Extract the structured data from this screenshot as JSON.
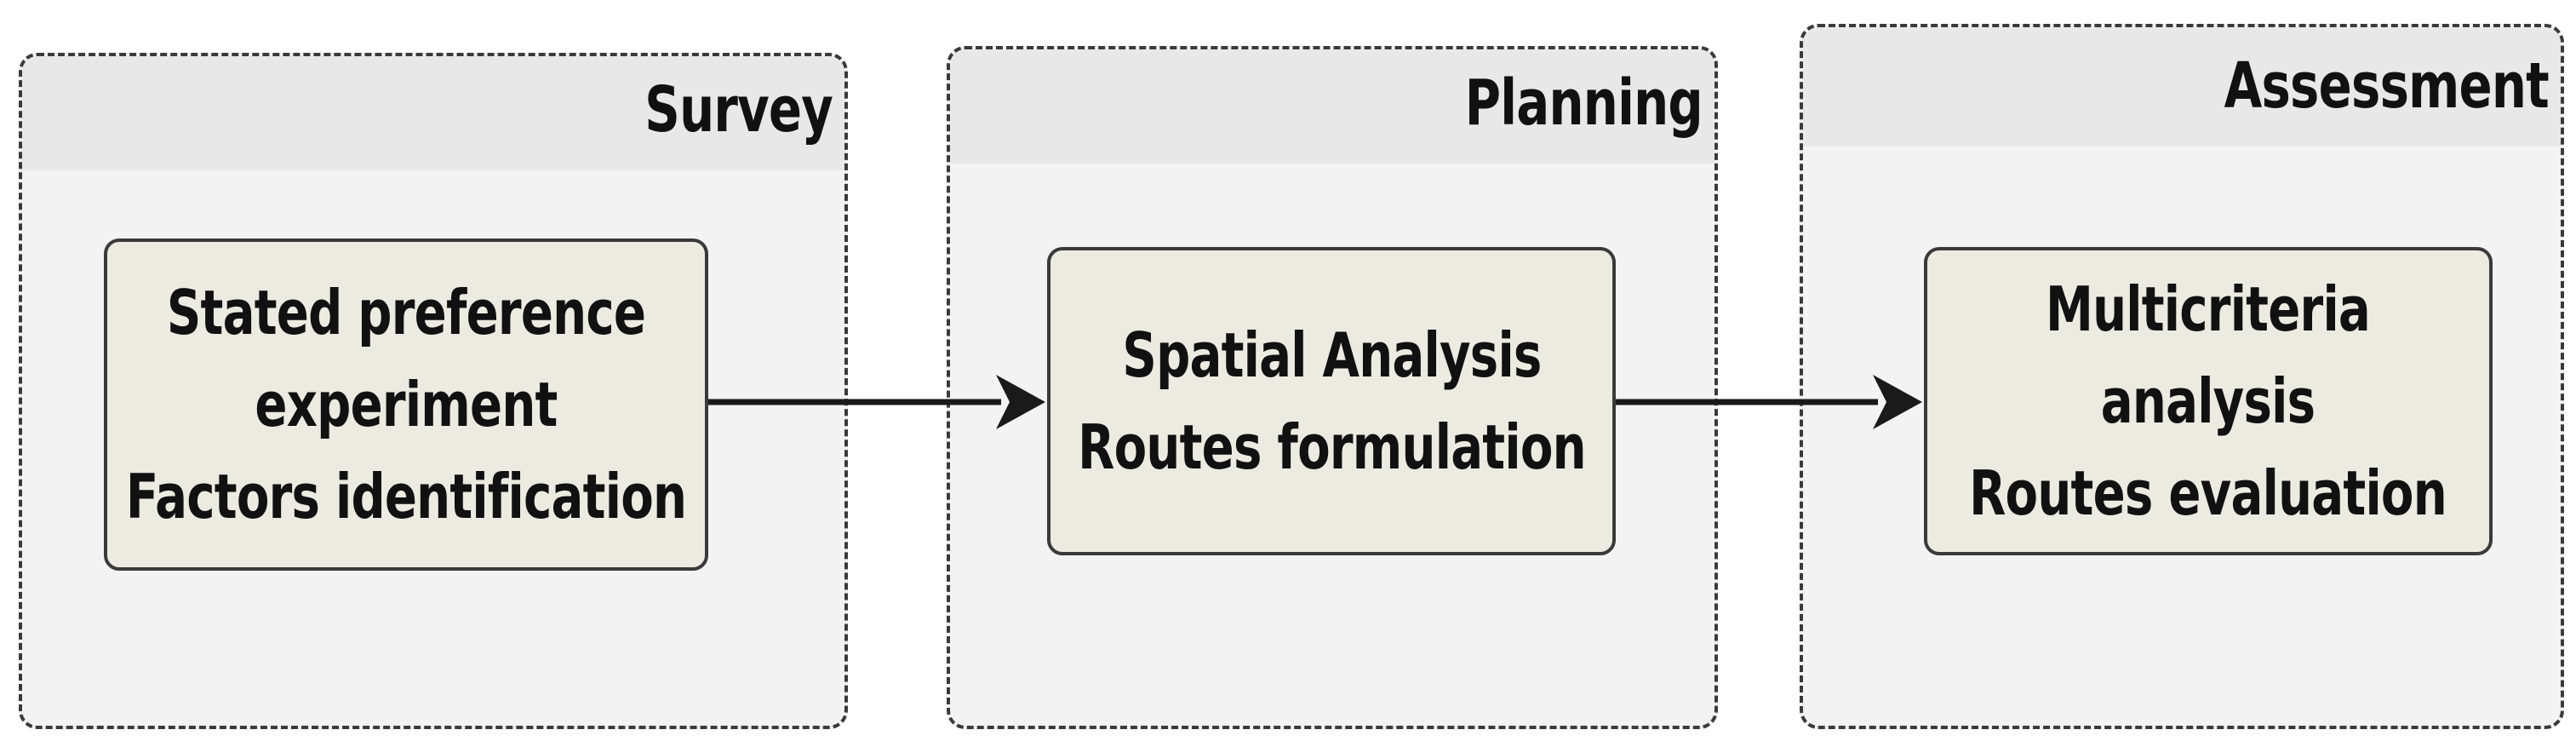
{
  "lanes": [
    {
      "title": "Survey"
    },
    {
      "title": "Planning"
    },
    {
      "title": "Assessment"
    }
  ],
  "nodes": [
    {
      "lines": [
        "Stated preference",
        "experiment",
        "Factors identification"
      ]
    },
    {
      "lines": [
        "Spatial Analysis",
        "Routes formulation"
      ]
    },
    {
      "lines": [
        "Multicriteria",
        "analysis",
        "Routes evaluation"
      ]
    }
  ],
  "colors": {
    "lane_fill": "#f3f3f3",
    "lane_header": "#e8e8e8",
    "node_fill": "#ecebe1",
    "stroke": "#1a1a1a"
  }
}
